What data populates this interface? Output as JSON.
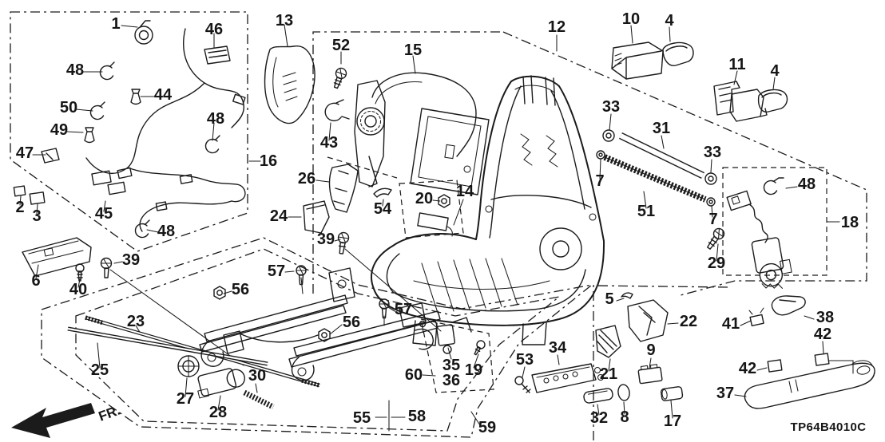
{
  "meta": {
    "part_code": "TP64B4010C",
    "fr_label": "FR.",
    "description": "Exploded parts diagram - front seat components",
    "colors": {
      "ink": "#1b1b1b",
      "background": "#ffffff"
    }
  },
  "callouts": {
    "c1": "1",
    "c2": "2",
    "c3": "3",
    "c4a": "4",
    "c4b": "4",
    "c5": "5",
    "c6": "6",
    "c7a": "7",
    "c7b": "7",
    "c8": "8",
    "c9": "9",
    "c10": "10",
    "c11": "11",
    "c12": "12",
    "c13": "13",
    "c14": "14",
    "c15": "15",
    "c16": "16",
    "c17": "17",
    "c18": "18",
    "c19": "19",
    "c20": "20",
    "c21": "21",
    "c22": "22",
    "c23": "23",
    "c24": "24",
    "c25": "25",
    "c26": "26",
    "c27": "27",
    "c28": "28",
    "c29": "29",
    "c30": "30",
    "c31": "31",
    "c32": "32",
    "c33a": "33",
    "c33b": "33",
    "c34": "34",
    "c35": "35",
    "c36": "36",
    "c37": "37",
    "c38": "38",
    "c39a": "39",
    "c39b": "39",
    "c40": "40",
    "c41": "41",
    "c42a": "42",
    "c42b": "42",
    "c43": "43",
    "c44": "44",
    "c45": "45",
    "c46": "46",
    "c47": "47",
    "c48a": "48",
    "c48b": "48",
    "c48c": "48",
    "c48d": "48",
    "c49": "49",
    "c50": "50",
    "c51": "51",
    "c52": "52",
    "c53": "53",
    "c54": "54",
    "c55": "55",
    "c56a": "56",
    "c56b": "56",
    "c57a": "57",
    "c57b": "57",
    "c58": "58",
    "c59": "59",
    "c60": "60"
  }
}
